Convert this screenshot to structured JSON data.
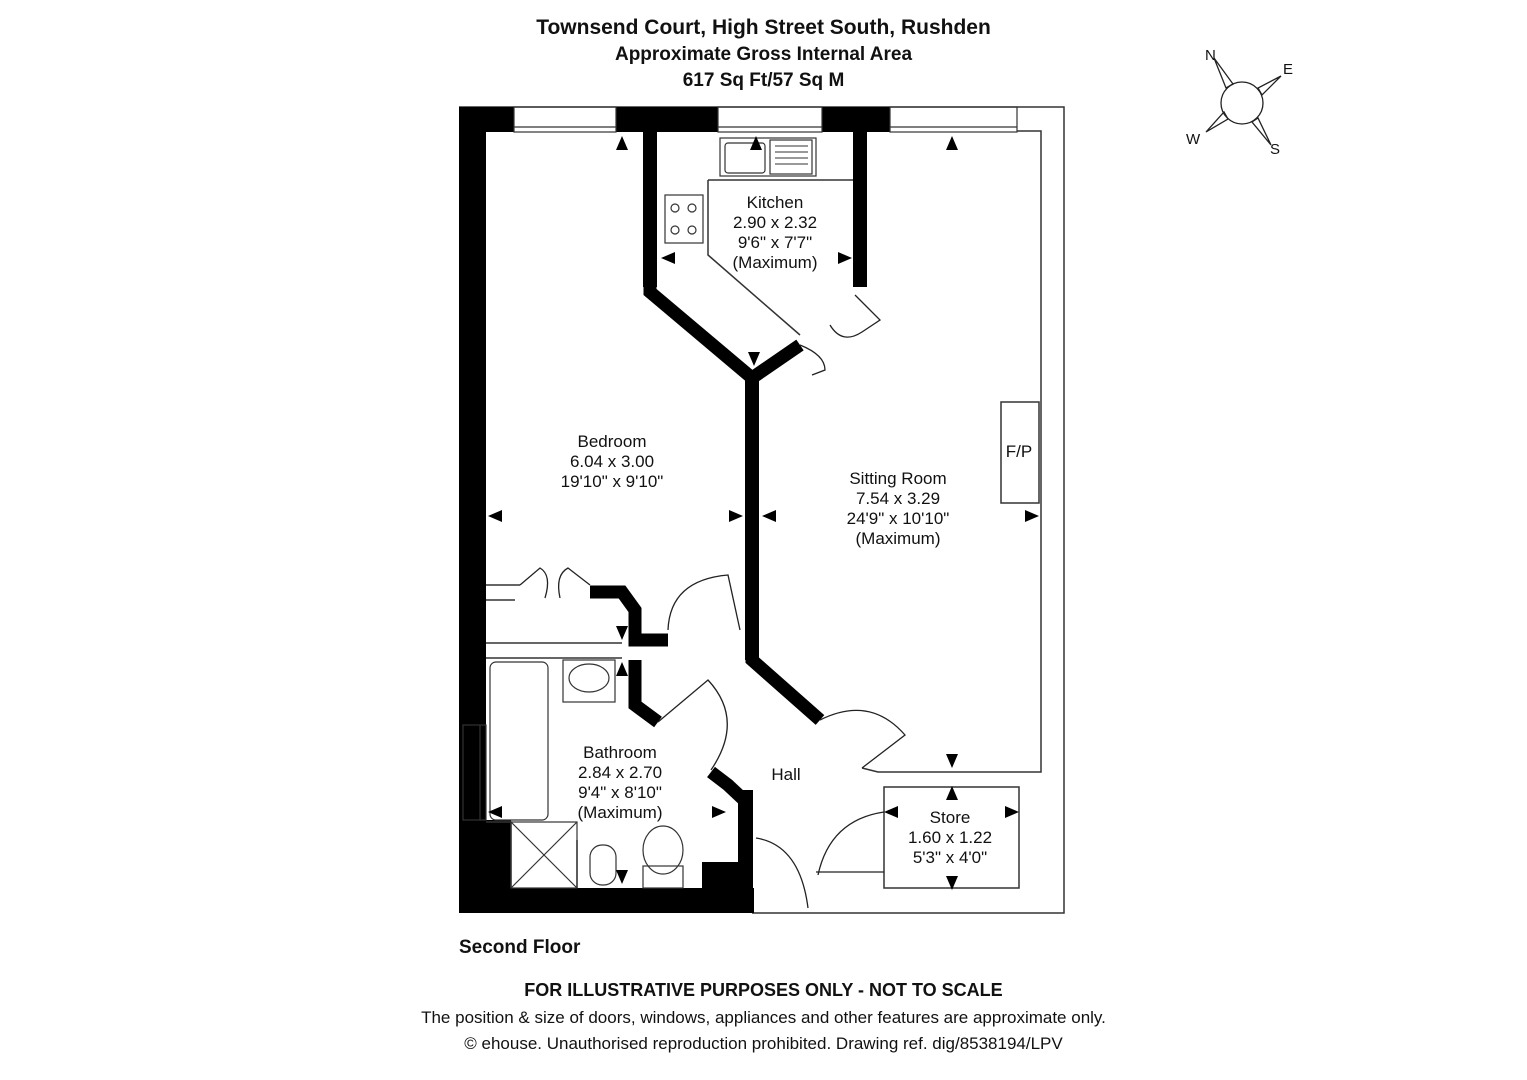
{
  "header": {
    "title": "Townsend Court, High Street South, Rushden",
    "area_label": "Approximate Gross Internal Area",
    "area_value": "617 Sq Ft/57 Sq M"
  },
  "compass": {
    "n": "N",
    "e": "E",
    "s": "S",
    "w": "W"
  },
  "rooms": {
    "kitchen": {
      "name": "Kitchen",
      "metric": "2.90 x 2.32",
      "imperial": "9'6\" x 7'7\"",
      "note": "(Maximum)"
    },
    "bedroom": {
      "name": "Bedroom",
      "metric": "6.04 x 3.00",
      "imperial": "19'10\" x 9'10\""
    },
    "sitting": {
      "name": "Sitting Room",
      "metric": "7.54 x 3.29",
      "imperial": "24'9\" x 10'10\"",
      "note": "(Maximum)"
    },
    "bathroom": {
      "name": "Bathroom",
      "metric": "2.84 x 2.70",
      "imperial": "9'4\" x 8'10\"",
      "note": "(Maximum)"
    },
    "store": {
      "name": "Store",
      "metric": "1.60 x 1.22",
      "imperial": "5'3\" x 4'0\""
    },
    "hall": {
      "name": "Hall"
    },
    "fireplace": "F/P"
  },
  "floor_label": "Second Floor",
  "footer": {
    "disclaimer": "FOR ILLUSTRATIVE PURPOSES ONLY - NOT TO SCALE",
    "position_note": "The position & size of doors, windows, appliances and other features are approximate only.",
    "copyright": "© ehouse. Unauthorised reproduction prohibited. Drawing ref. dig/8538194/LPV"
  }
}
